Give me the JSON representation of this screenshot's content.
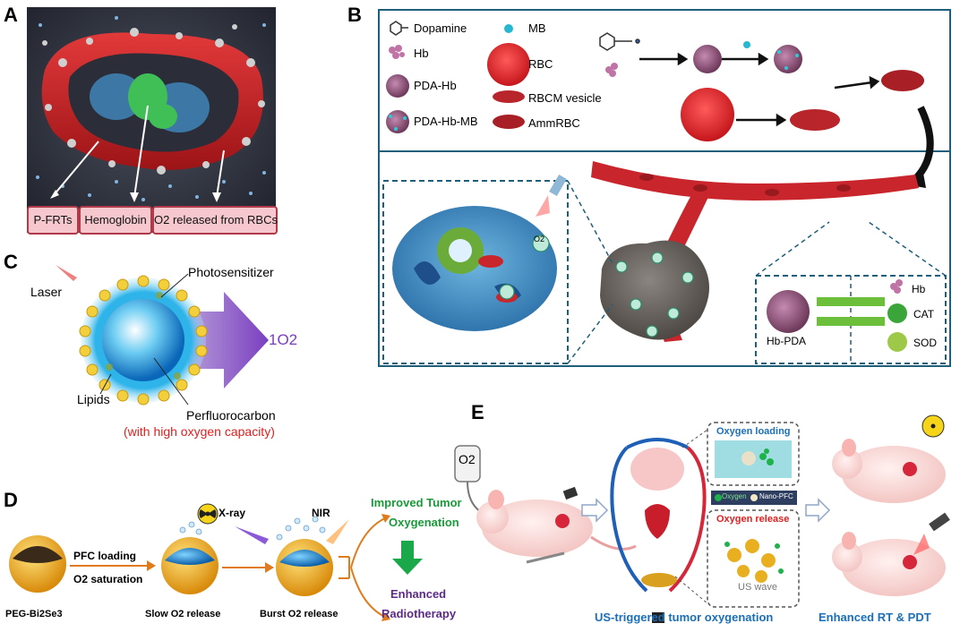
{
  "panels": {
    "a": {
      "letter": "A",
      "labels": [
        "P-FRTs",
        "Hemoglobin",
        "O2 released from RBCs"
      ]
    },
    "b": {
      "letter": "B",
      "legend": {
        "dopamine": "Dopamine",
        "hb": "Hb",
        "pda_hb": "PDA-Hb",
        "pda_hb_mb": "PDA-Hb-MB",
        "mb": "MB",
        "rbc": "RBC",
        "rbcm_vesicle": "RBCM vesicle",
        "ammrbc": "AmmRBC"
      },
      "enzyme_box": {
        "hb": "Hb",
        "cat": "CAT",
        "sod": "SOD",
        "hb_pda": "Hb-PDA"
      },
      "o2": "O2"
    },
    "c": {
      "letter": "C",
      "laser": "Laser",
      "photosensitizer": "Photosensitizer",
      "lipids": "Lipids",
      "perfluorocarbon": "Perfluorocarbon",
      "capacity_note": "(with high oxygen capacity)",
      "singlet_oxygen": "1O2"
    },
    "d": {
      "letter": "D",
      "xray": "X-ray",
      "nir": "NIR",
      "pfc_loading": "PFC loading",
      "o2_saturation": "O2 saturation",
      "peg_bi2se3": "PEG-Bi2Se3",
      "slow_release": "Slow O2 release",
      "burst_release": "Burst O2 release",
      "improved_line1": "Improved Tumor",
      "improved_line2": "Oxygenation",
      "enhanced_line1": "Enhanced",
      "enhanced_line2": "Radiotherapy"
    },
    "e": {
      "letter": "E",
      "o2_tank": "O2",
      "oxygen_loading": "Oxygen  loading",
      "oxygen_legend": "Oxygen",
      "nano_pfc": "Nano-PFC",
      "oxygen_release": "Oxygen  release",
      "us_wave": "US wave",
      "us_triggered": "US-triggered tumor oxygenation",
      "enhanced_rt_pdt": "Enhanced RT & PDT"
    }
  },
  "colors": {
    "rbc_red": "#d8262b",
    "label_pink": "#f6c7cd",
    "panel_b_frame": "#1f5f7a",
    "green_text": "#1a9a3a",
    "purple_text": "#5b2a86",
    "blue_text": "#1b6fb8",
    "red_text": "#e02020"
  }
}
